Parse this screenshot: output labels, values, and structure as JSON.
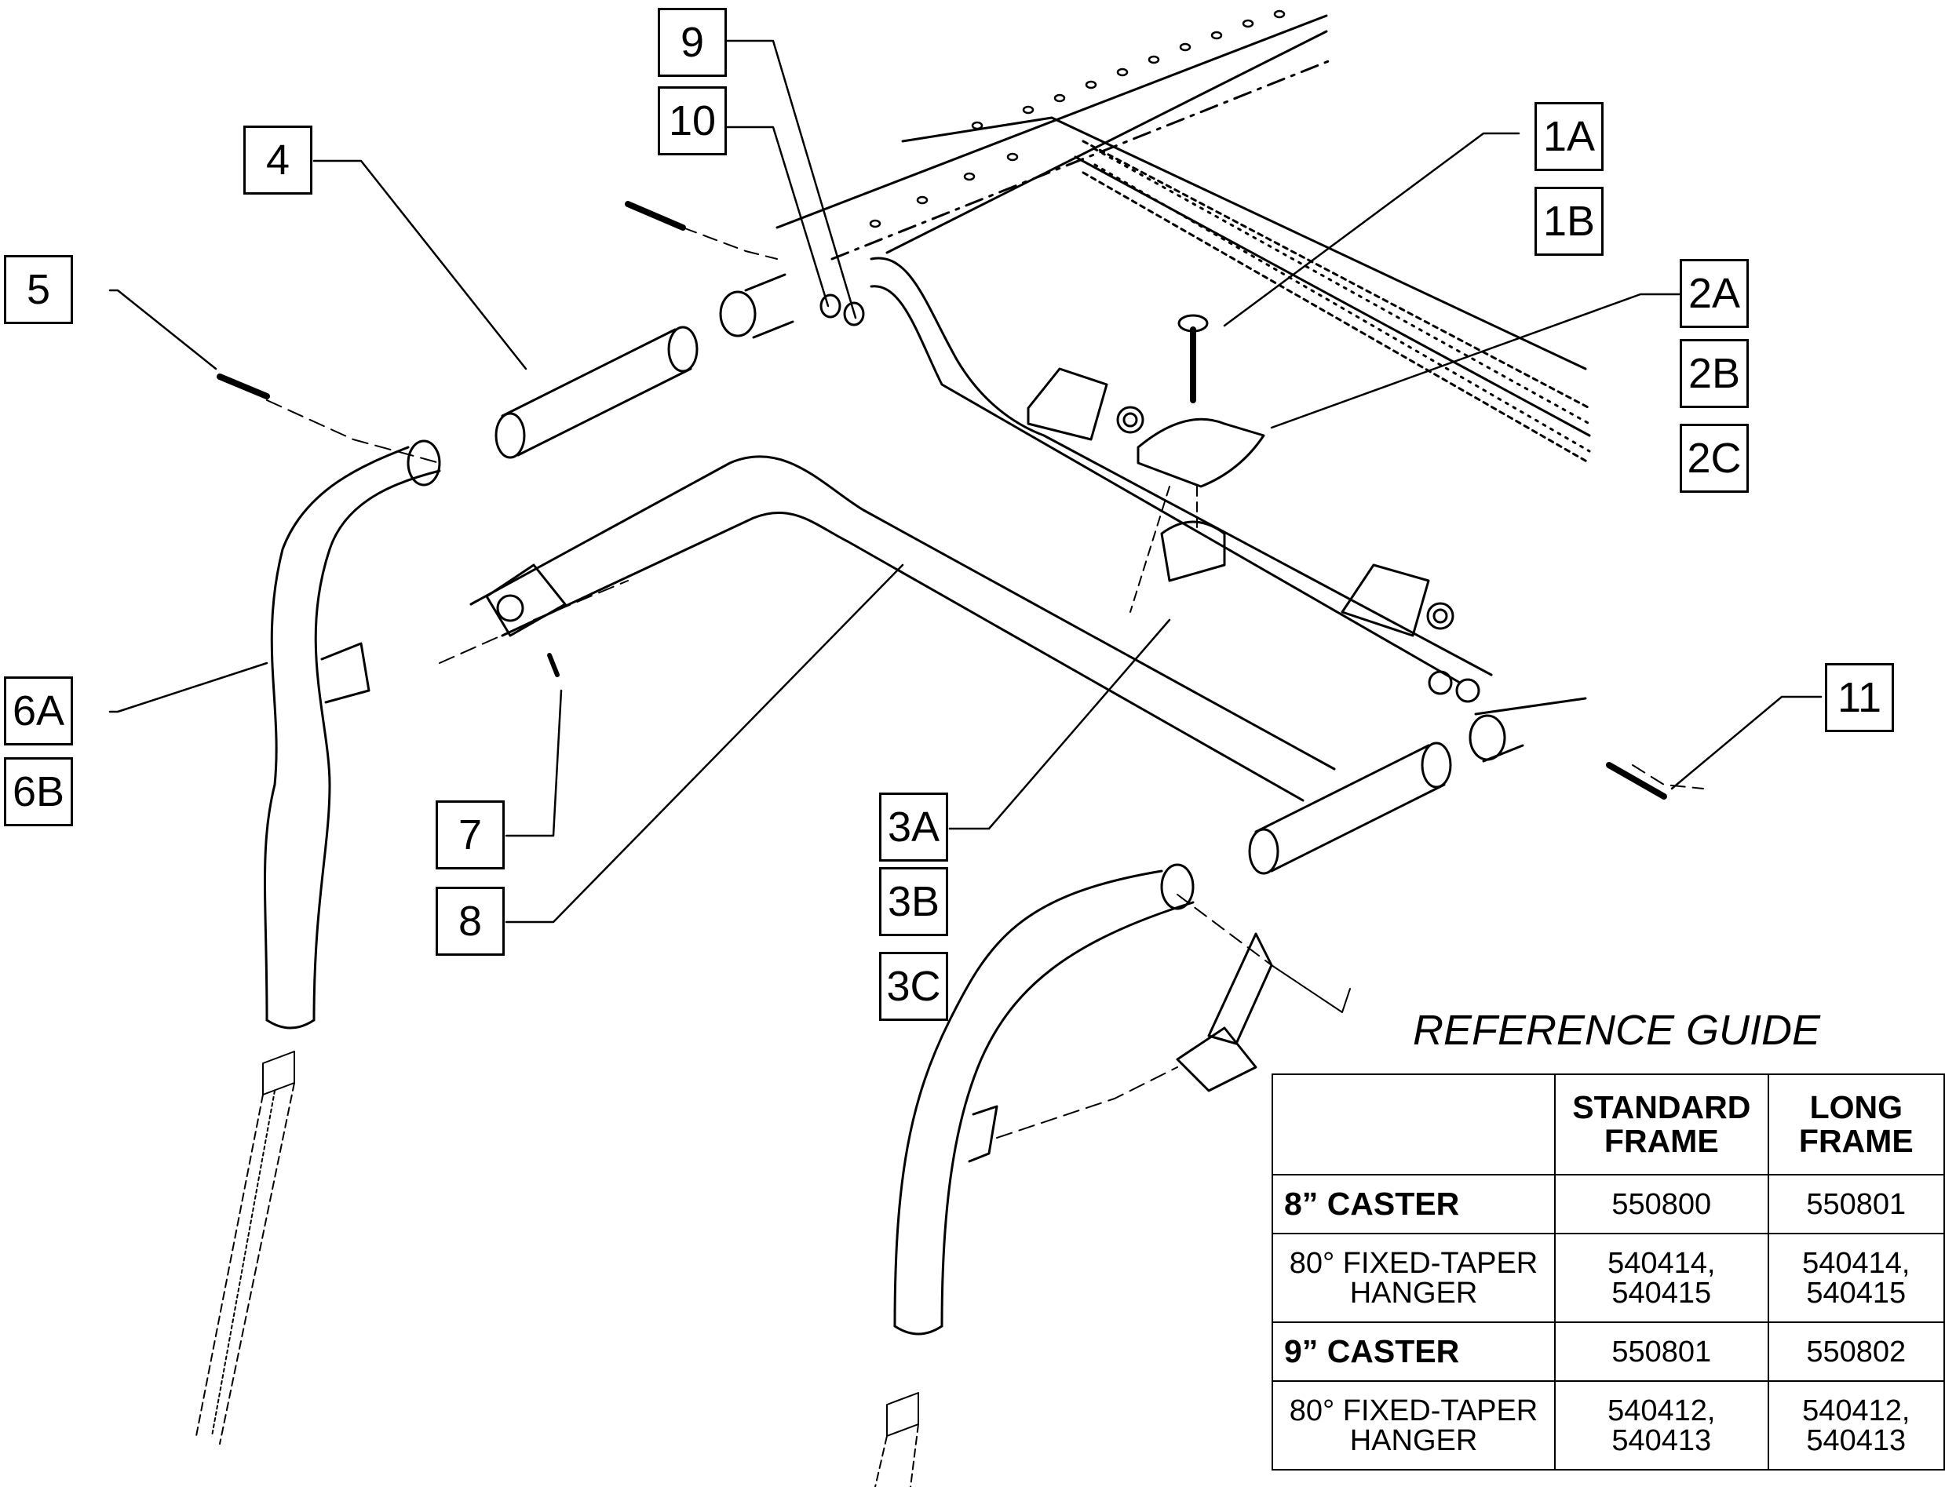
{
  "callouts": {
    "c9": "9",
    "c10": "10",
    "c4": "4",
    "c5": "5",
    "c1a": "1A",
    "c1b": "1B",
    "c2a": "2A",
    "c2b": "2B",
    "c2c": "2C",
    "c6a": "6A",
    "c6b": "6B",
    "c7": "7",
    "c8": "8",
    "c3a": "3A",
    "c3b": "3B",
    "c3c": "3C",
    "c11": "11"
  },
  "reference_guide": {
    "title": "REFERENCE GUIDE",
    "headers": [
      "",
      "STANDARD FRAME",
      "LONG FRAME"
    ],
    "rows": [
      {
        "label": "8” CASTER",
        "standard": "550800",
        "long": "550801"
      },
      {
        "label_line1": "80° FIXED-TAPER",
        "label_line2": "HANGER",
        "standard_line1": "540414,",
        "standard_line2": "540415",
        "long_line1": "540414,",
        "long_line2": "540415"
      },
      {
        "label": "9” CASTER",
        "standard": "550801",
        "long": "550802"
      },
      {
        "label_line1": "80° FIXED-TAPER",
        "label_line2": "HANGER",
        "standard_line1": "540412,",
        "standard_line2": "540413",
        "long_line1": "540412,",
        "long_line2": "540413"
      }
    ]
  },
  "colors": {
    "line": "#000000",
    "background": "#ffffff"
  }
}
